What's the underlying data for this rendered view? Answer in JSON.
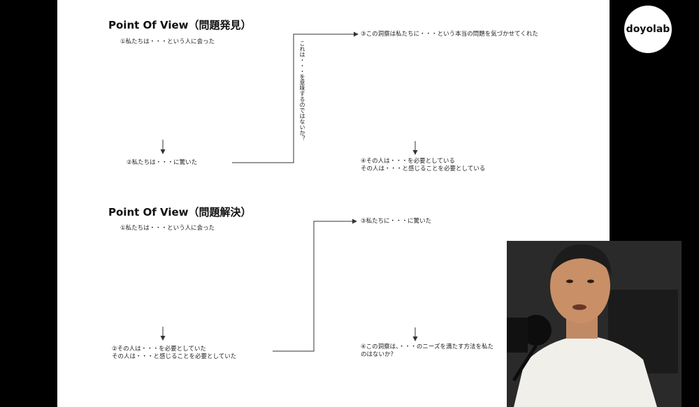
{
  "slide": {
    "discovery": {
      "heading": "Point Of View（問題発見）",
      "step1": "①私たちは・・・という人に会った",
      "step2": "②私たちは・・・に驚いた",
      "step3": "③この洞察は私たちに・・・という本当の問題を気づかせてくれた",
      "step4_line1": "④その人は・・・を必要としている",
      "step4_line2": "その人は・・・と感じることを必要としている",
      "vertical_note": "これは・・・を意味するのではないか？"
    },
    "solution": {
      "heading": "Point Of View（問題解決）",
      "step1": "①私たちは・・・という人に会った",
      "step2_line1": "②その人は・・・を必要としていた",
      "step2_line2": "その人は・・・と感じることを必要としていた",
      "step3": "③私たちに・・・に驚いた",
      "step4_line1": "④この洞察は、・・・のニーズを満たす方法を私た",
      "step4_line2": "のはないか？"
    }
  },
  "logo": {
    "text": "doyolab"
  }
}
